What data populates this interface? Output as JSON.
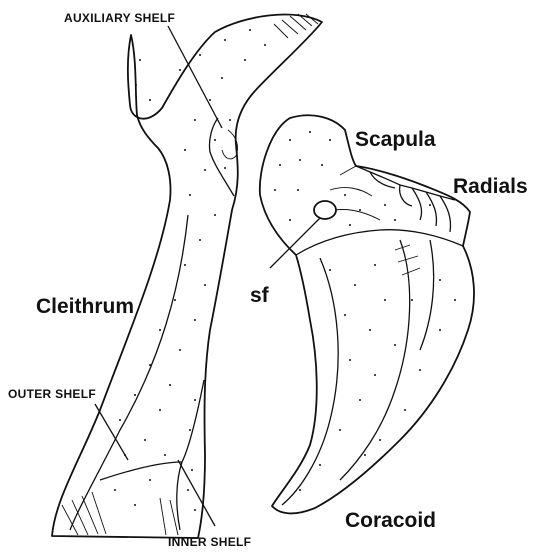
{
  "labels": {
    "auxiliary_shelf": "AUXILIARY SHELF",
    "scapula": "Scapula",
    "radials": "Radials",
    "cleithrum": "Cleithrum",
    "sf": "sf",
    "outer_shelf": "OUTER SHELF",
    "inner_shelf": "INNER SHELF",
    "coracoid": "Coracoid"
  },
  "colors": {
    "ink": "#111111",
    "paper": "#ffffff"
  }
}
